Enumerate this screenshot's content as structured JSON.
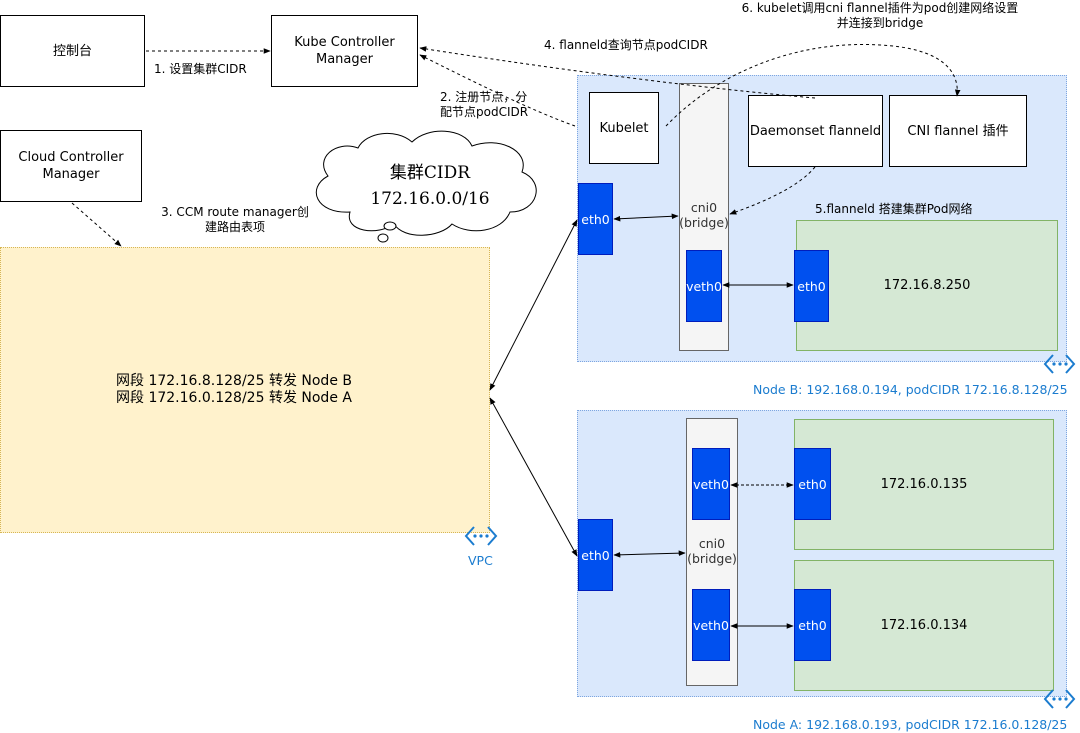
{
  "boxes": {
    "console": "控制台",
    "kcm_line1": "Kube Controller",
    "kcm_line2": "Manager",
    "ccm_line1": "Cloud Controller",
    "ccm_line2": "Manager",
    "kubelet": "Kubelet",
    "flanneld": "Daemonset flanneld",
    "cni_plugin": "CNI flannel 插件"
  },
  "steps": {
    "s1": "1. 设置集群CIDR",
    "s2_line1": "2. 注册节点，分",
    "s2_line2": "配节点podCIDR",
    "s3_line1": "3. CCM route manager创",
    "s3_line2": "建路由表项",
    "s4": "4. flanneld查询节点podCIDR",
    "s5": "5.flanneld 搭建集群Pod网络",
    "s6_line1": "6. kubelet调用cni flannel插件为pod创建网络设置",
    "s6_line2": "并连接到bridge"
  },
  "cloud": {
    "line1": "集群CIDR",
    "line2": "172.16.0.0/16"
  },
  "vpc": {
    "route1": "网段 172.16.8.128/25 转发 Node B",
    "route2": "网段 172.16.0.128/25 转发 Node A",
    "label": "VPC"
  },
  "node_b": {
    "label": "Node B: 192.168.0.194, podCIDR 172.16.8.128/25",
    "eth0": "eth0",
    "bridge_line1": "cni0",
    "bridge_line2": "(bridge)",
    "veth0": "veth0",
    "pod_eth0": "eth0",
    "pod_ip": "172.16.8.250"
  },
  "node_a": {
    "label": "Node A: 192.168.0.193, podCIDR 172.16.0.128/25",
    "eth0": "eth0",
    "bridge_line1": "cni0",
    "bridge_line2": "(bridge)",
    "veth_top": "veth0",
    "veth_bottom": "veth0",
    "pod1_eth0": "eth0",
    "pod1_ip": "172.16.0.135",
    "pod2_eth0": "eth0",
    "pod2_ip": "172.16.0.134"
  },
  "icons": [
    "vnet-icon",
    "cloud-callout",
    "arrow-connector"
  ],
  "colors": {
    "node_fill": "#dae8fc",
    "vpc_fill": "#fff2cc",
    "pod_fill": "#d5e8d4",
    "nic_fill": "#0050ef",
    "label_blue": "#1b7ccf"
  }
}
